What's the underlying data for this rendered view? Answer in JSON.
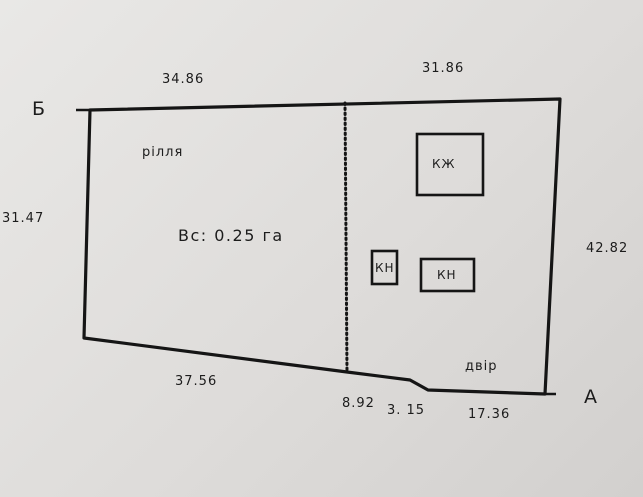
{
  "corner_labels": {
    "b": "Б",
    "a": "А"
  },
  "dimensions": {
    "top_left": "34.86",
    "top_right": "31.86",
    "left": "31.47",
    "right": "42.82",
    "bottom_left": "37.56",
    "bottom_mid": "8.92",
    "bottom_small": "3. 15",
    "bottom_right": "17.36"
  },
  "zones": {
    "field": "рілля",
    "yard": "двір"
  },
  "area": "Вс: 0.25 га",
  "buildings": {
    "kzh": "КЖ",
    "kn_small": "КН",
    "kn_large": "КН"
  }
}
